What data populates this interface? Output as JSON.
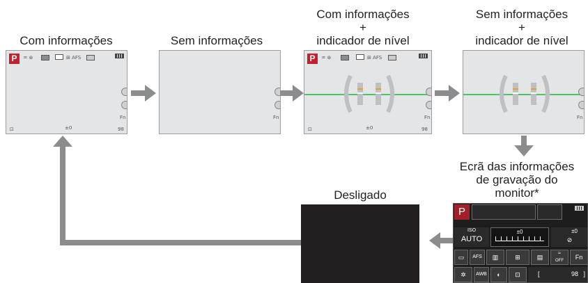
{
  "labels": {
    "com": "Com informações",
    "sem": "Sem informações",
    "com_level_1": "Com informações",
    "com_level_2": "+",
    "com_level_3": "indicador de nível",
    "sem_level_1": "Sem informações",
    "sem_level_2": "+",
    "sem_level_3": "indicador de nível",
    "monitor_1": "Ecrã das informações",
    "monitor_2": "de gravação do",
    "monitor_3": "monitor*",
    "off": "Desligado"
  },
  "screen": {
    "mode": "P",
    "exposure": "±0",
    "count": "98",
    "afs": "AFS"
  },
  "panel": {
    "mode": "P",
    "iso_label": "ISO",
    "iso_value": "AUTO",
    "exp_value": "±0",
    "flash_value": "±0",
    "afs": "AFS",
    "awb": "AWB",
    "fn": "Fn",
    "count": "98",
    "bracket": "[",
    "bracket_close": "]",
    "off_label": "OFF"
  },
  "colors": {
    "mode_red": "#c3212b",
    "level_green": "#4fc56a",
    "arrow_gray": "#8a8c8e",
    "screen_gray": "#e4e5e6"
  }
}
